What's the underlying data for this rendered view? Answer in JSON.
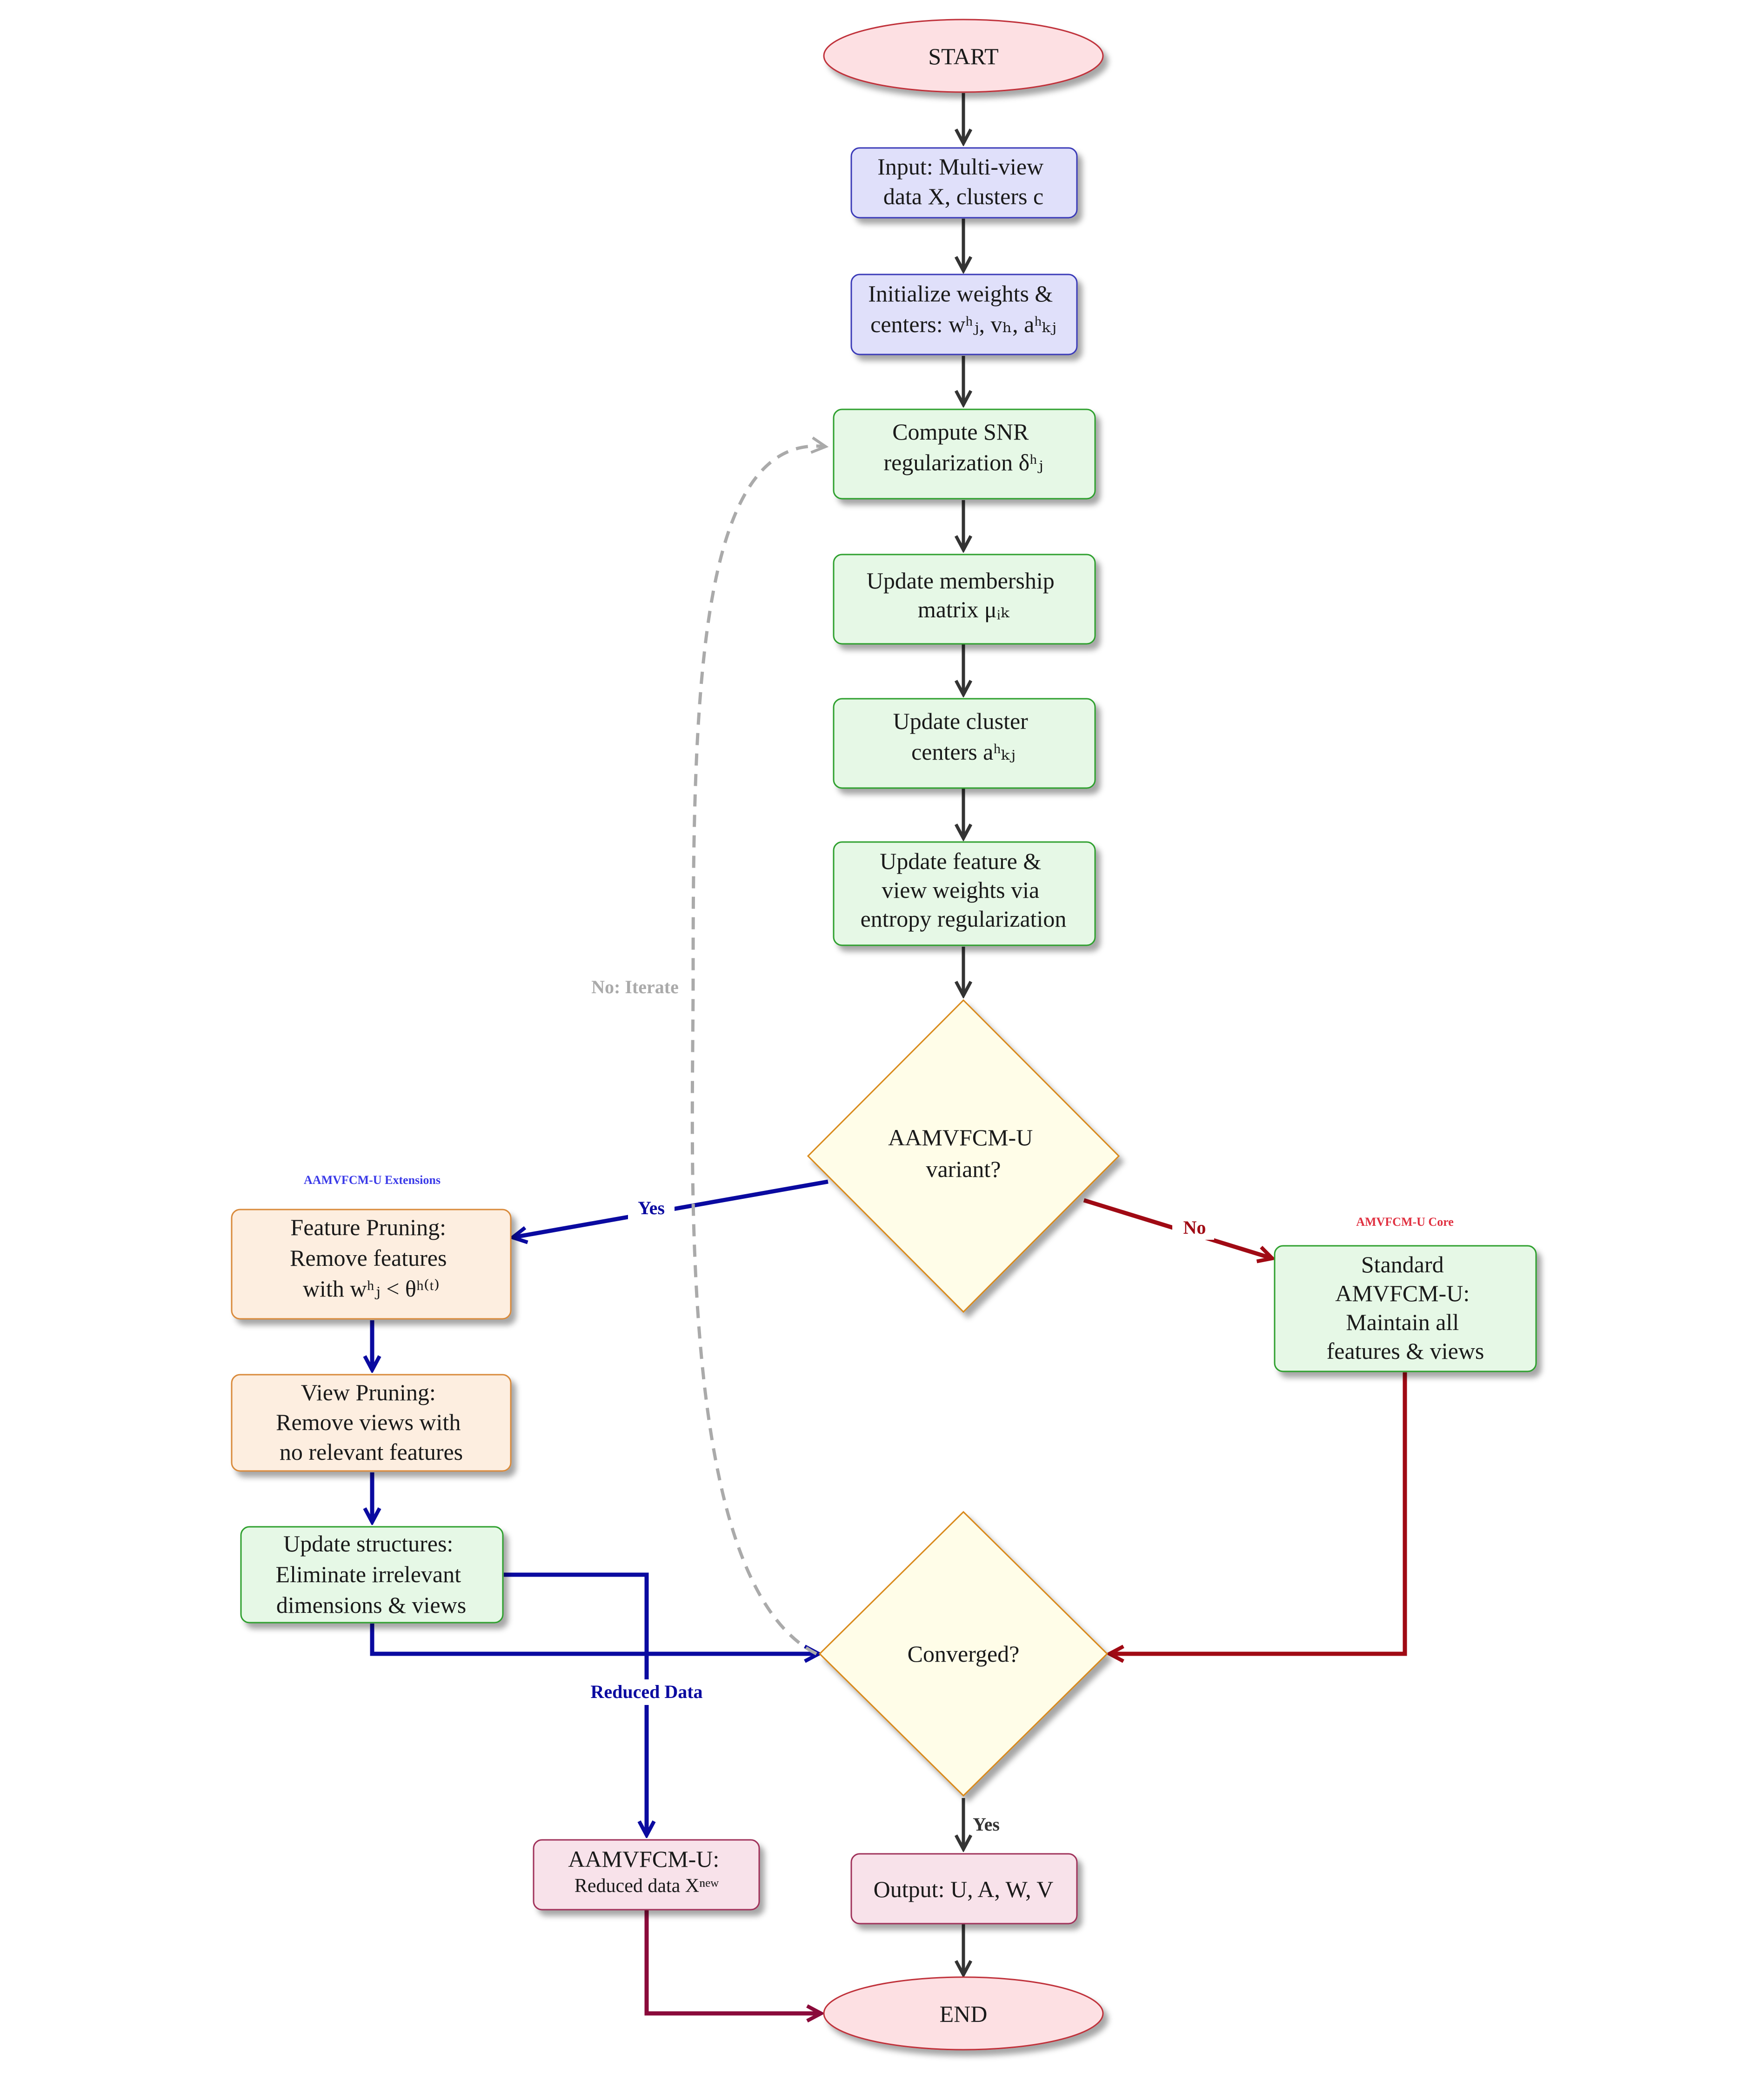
{
  "nodes": {
    "start": {
      "lines": [
        "START"
      ]
    },
    "input": {
      "lines": [
        "Input:  Multi-view",
        "data X, clusters c"
      ]
    },
    "init": {
      "lines": [
        "Initialize weights &",
        "centers:  wʰⱼ, vₕ, aʰₖⱼ"
      ]
    },
    "snr": {
      "lines": [
        "Compute SNR",
        "regularization δʰⱼ"
      ]
    },
    "membership": {
      "lines": [
        "Update membership",
        "matrix μᵢₖ"
      ]
    },
    "centers": {
      "lines": [
        "Update cluster",
        "centers aʰₖⱼ"
      ]
    },
    "weights": {
      "lines": [
        "Update feature &",
        "view weights via",
        "entropy regularization"
      ]
    },
    "variant": {
      "lines": [
        "AAMVFCM-U",
        "variant?"
      ]
    },
    "feature_pruning": {
      "lines": [
        "Feature Pruning:",
        "Remove features",
        "with wʰⱼ  <  θʰ⁽ᵗ⁾"
      ]
    },
    "view_pruning": {
      "lines": [
        "View Pruning:",
        "Remove views with",
        "no relevant features"
      ]
    },
    "update_structures": {
      "lines": [
        "Update structures:",
        "Eliminate irrelevant",
        "dimensions & views"
      ]
    },
    "standard": {
      "lines": [
        "Standard",
        "AMVFCM-U:",
        "Maintain all",
        "features & views"
      ]
    },
    "converged": {
      "lines": [
        "Converged?"
      ]
    },
    "reduced": {
      "lines": [
        "AAMVFCM-U:",
        "Reduced data Xⁿᵉʷ"
      ]
    },
    "output": {
      "lines": [
        "Output:  U, A, W, V"
      ]
    },
    "end": {
      "lines": [
        "END"
      ]
    }
  },
  "labels": {
    "extensions": "AAMVFCM-U Extensions",
    "core": "AMVFCM-U Core",
    "yes_branch": "Yes",
    "no_branch": "No",
    "no_iterate": "No: Iterate",
    "reduced_data": "Reduced Data",
    "yes_converged": "Yes"
  },
  "colors": {
    "blue_fill": "#e0e0fa",
    "blue_stroke": "#3a3ab8",
    "green_fill": "#e6f8e6",
    "green_stroke": "#2da02d",
    "orange_fill": "#fdeee0",
    "orange_stroke": "#d98a3a",
    "pink_fill": "#f8e2ea",
    "pink_stroke": "#a0305a",
    "ellipse_fill": "#fde0e3",
    "ellipse_stroke": "#c0303a",
    "diamond_fill": "#fffde8",
    "diamond_stroke": "#d98a1a",
    "arrow_dark": "#333333",
    "arrow_blue": "#0a0aa0",
    "arrow_red": "#a00a14",
    "arrow_maroon": "#8a0a3a",
    "arrow_gray": "#aaaaaa"
  }
}
